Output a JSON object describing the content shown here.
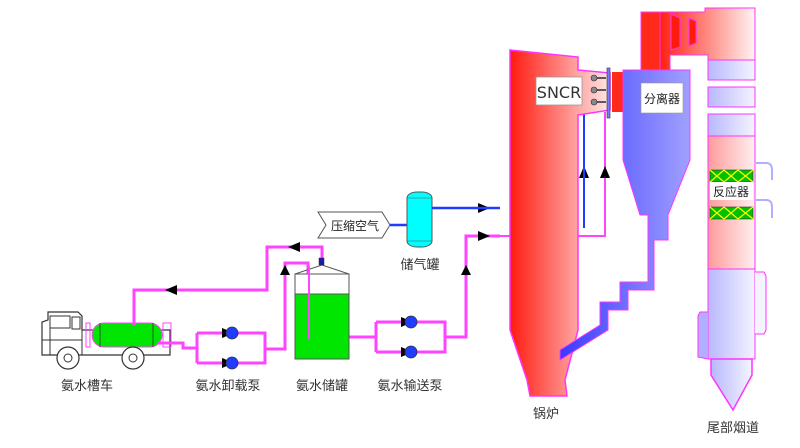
{
  "title": "SNCR-SCR 联合脱硝工艺流程",
  "colors": {
    "pipe_ammonia": "#ff44ff",
    "pipe_air": "#1f3cff",
    "liquid": "#00e600",
    "boiler": "#ff2a1a",
    "separator": "#5a5aff",
    "air_tank": "#00ffff",
    "pump": "#1f3cff",
    "catalyst": "#00c000"
  },
  "labels": {
    "truck": "氨水槽车",
    "unload_pump": "氨水卸载泵",
    "storage_tank": "氨水储罐",
    "delivery_pump": "氨水输送泵",
    "compressed_air": "压缩空气",
    "air_tank": "储气罐",
    "boiler": "锅炉",
    "sncr": "SNCR",
    "separator": "分离器",
    "reactor": "反应器",
    "tail_flue": "尾部烟道"
  }
}
